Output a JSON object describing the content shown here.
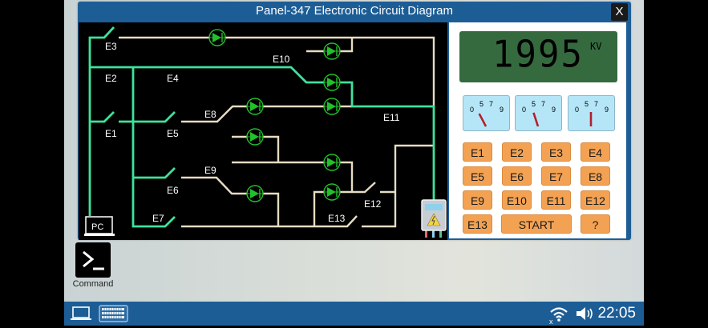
{
  "window": {
    "title": "Panel-347 Electronic Circuit Diagram",
    "close_label": "X"
  },
  "circuit": {
    "switch_labels": [
      "E1",
      "E2",
      "E3",
      "E4",
      "E5",
      "E6",
      "E7",
      "E8",
      "E9",
      "E10",
      "E11",
      "E12",
      "E13"
    ],
    "source_label": "PC",
    "colors": {
      "live_wire": "#3ee29c",
      "dead_wire": "#e6dcc2",
      "diode": "#22c02a"
    }
  },
  "display": {
    "value": "1995",
    "unit": "KV"
  },
  "gauges": [
    {
      "ticks": [
        "0",
        "5",
        "7",
        "9"
      ],
      "needle_value": 4.6
    },
    {
      "ticks": [
        "0",
        "5",
        "7",
        "9"
      ],
      "needle_value": 5.4
    },
    {
      "ticks": [
        "0",
        "5",
        "7",
        "9"
      ],
      "needle_value": 6.9
    }
  ],
  "keypad": {
    "keys": [
      "E1",
      "E2",
      "E3",
      "E4",
      "E5",
      "E6",
      "E7",
      "E8",
      "E9",
      "E10",
      "E11",
      "E12",
      "E13"
    ],
    "start_label": "START",
    "help_label": "?"
  },
  "desktop": {
    "command_label": "Command"
  },
  "taskbar": {
    "clock": "22:05"
  }
}
